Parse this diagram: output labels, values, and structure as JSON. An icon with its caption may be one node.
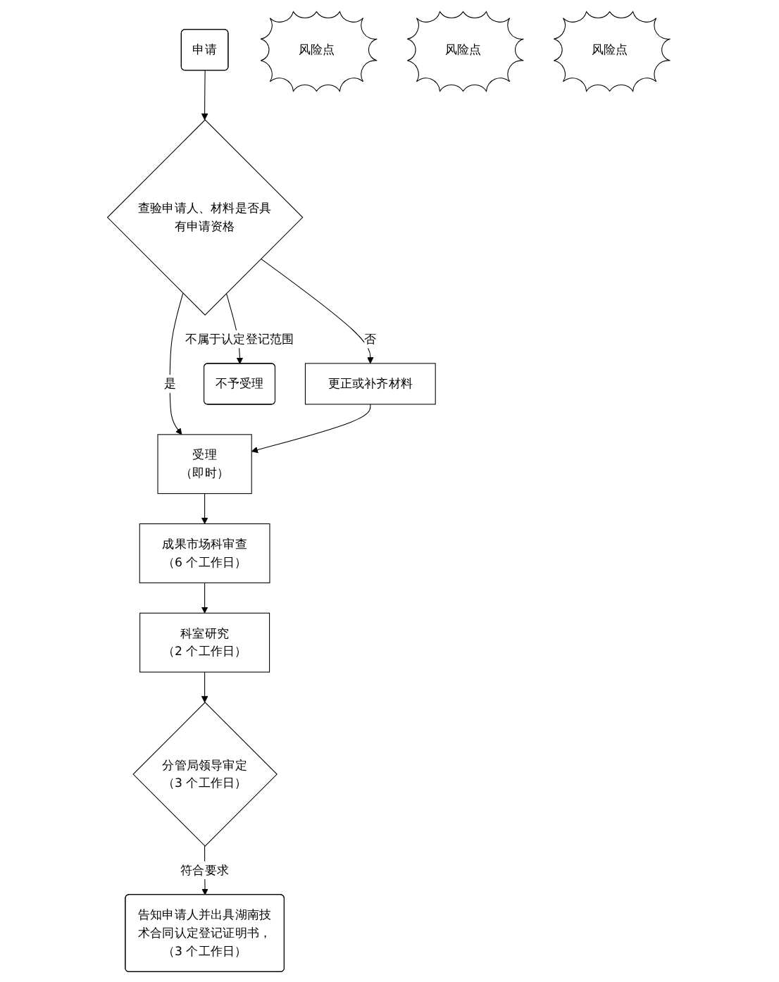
{
  "diagram": {
    "nodes": [
      {
        "text": [
          "申请"
        ]
      },
      {
        "text": [
          "查验申请人、材料是否具有申请资格"
        ]
      },
      {
        "text": [
          "更正或补齐材料"
        ]
      },
      {
        "text": [
          "不予受理"
        ]
      },
      {
        "text": [
          "受理",
          "（即时）"
        ]
      },
      {
        "text": [
          "风险点"
        ]
      },
      {
        "text": [
          "风险点"
        ]
      },
      {
        "text": [
          "成果市场科审查",
          "（6 个工作日）"
        ]
      },
      {
        "text": [
          "科室研究",
          "（2 个工作日）"
        ]
      },
      {
        "text": [
          "分管局领导审定",
          "（3 个工作日）"
        ]
      },
      {
        "text": [
          "风险点"
        ]
      },
      {
        "text": [
          "告知申请人并出具湖南技术合同认定登记证明书，",
          "（3 个工作日）"
        ]
      }
    ],
    "edges": [
      {
        "from": 0,
        "to": 1,
        "arrow": "to"
      },
      {
        "from": 1,
        "to": 2,
        "arrow": "to",
        "label": "否"
      },
      {
        "from": 1,
        "to": 3,
        "arrow": "to",
        "label": "不属于认定登记范围"
      },
      {
        "from": 1,
        "to": 4,
        "arrow": "to",
        "label": "是"
      },
      {
        "from": 2,
        "to": 4,
        "arrow": "to"
      },
      {
        "from": 4,
        "to": 7,
        "arrow": "to"
      },
      {
        "from": 7,
        "to": 8,
        "arrow": "to"
      },
      {
        "from": 8,
        "to": 9,
        "arrow": "to"
      },
      {
        "from": 9,
        "to": 11,
        "arrow": "to",
        "label": "符合要求"
      }
    ]
  }
}
